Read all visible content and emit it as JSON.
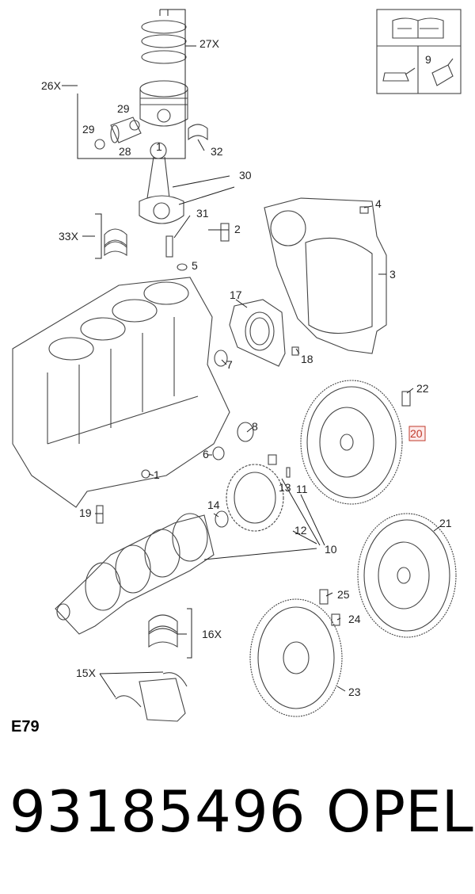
{
  "labels": {
    "l1": "1",
    "l2": "2",
    "l3": "3",
    "l4": "4",
    "l5": "5",
    "l6": "6",
    "l7": "7",
    "l8": "8",
    "l9": "9",
    "l10": "10",
    "l11": "11",
    "l12": "12",
    "l13": "13",
    "l14": "14",
    "l15": "15X",
    "l16": "16X",
    "l17": "17",
    "l18": "18",
    "l19": "19",
    "l20": "20",
    "l21": "21",
    "l22": "22",
    "l23": "23",
    "l24": "24",
    "l25": "25",
    "l26": "26X",
    "l27": "27X",
    "l28": "28",
    "l29a": "29",
    "l29b": "29",
    "l30": "30",
    "l31": "31",
    "l32": "32",
    "l33": "33X"
  },
  "highlight_color": "#c0392b",
  "section_code": "E79",
  "part_number": "93185496",
  "brand": "OPEL"
}
